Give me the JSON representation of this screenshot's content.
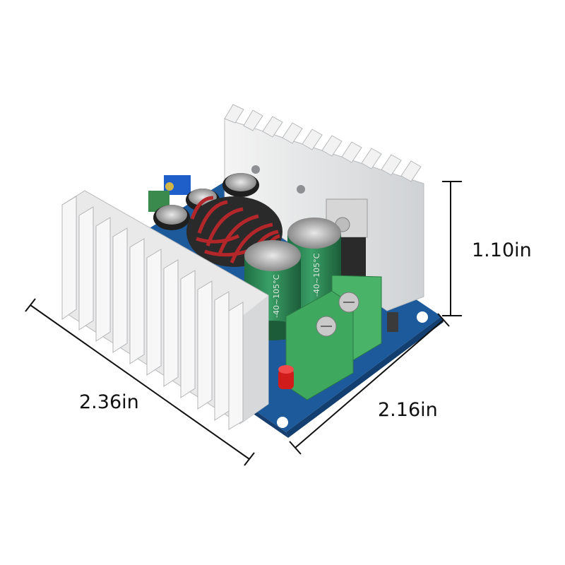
{
  "product": {
    "dimensions": {
      "height": "1.10in",
      "length": "2.36in",
      "width": "2.16in"
    },
    "colors": {
      "pcb": "#1d5a9c",
      "heatsink": "#e6e6e6",
      "capacitor": "#2f8a55",
      "terminal": "#3fa85f",
      "inductor_wire": "#b3262a",
      "led": "#d11c1c"
    }
  }
}
